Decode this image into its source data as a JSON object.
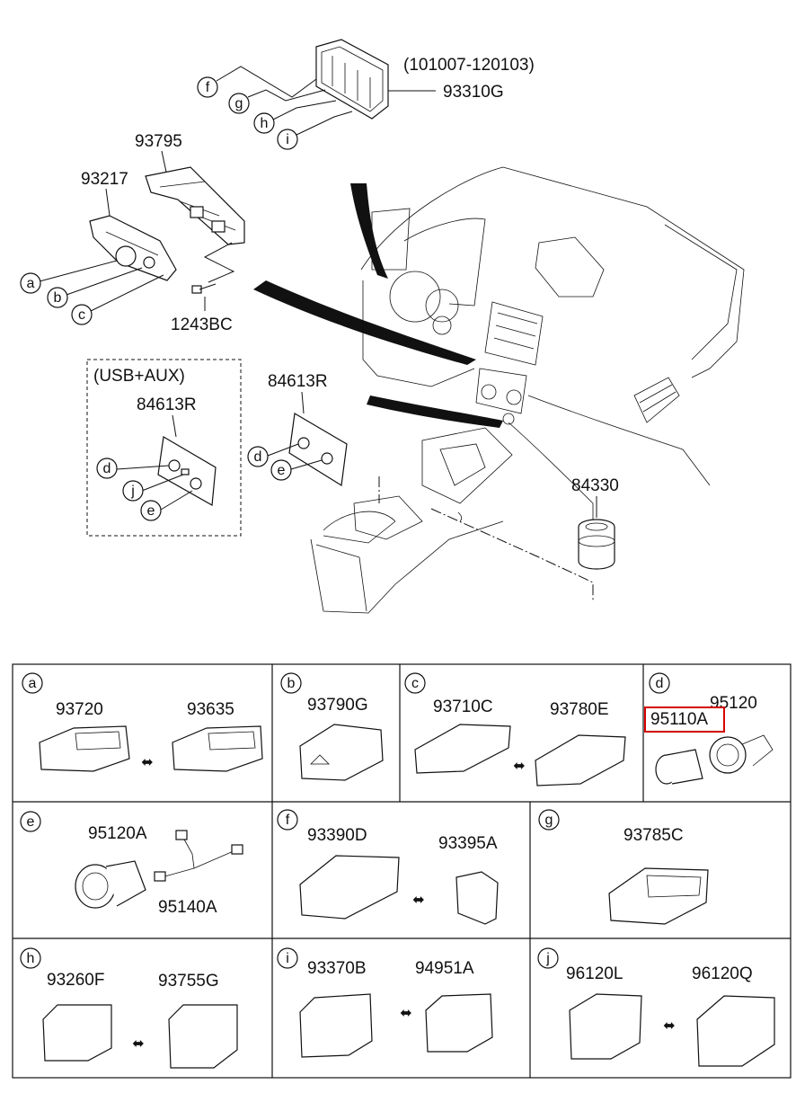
{
  "top": {
    "date_range": "(101007-120103)",
    "parts": {
      "p93310G": "93310G",
      "p93795": "93795",
      "p93217": "93217",
      "p1243BC": "1243BC",
      "usb_aux_label": "(USB+AUX)",
      "p84613R_a": "84613R",
      "p84613R_b": "84613R",
      "p84330": "84330"
    },
    "callouts": [
      "f",
      "g",
      "h",
      "i",
      "a",
      "b",
      "c",
      "d",
      "j",
      "e",
      "d",
      "e"
    ]
  },
  "grid": {
    "cells": [
      {
        "letter": "a",
        "parts": [
          "93720",
          "93635"
        ],
        "arrow": true
      },
      {
        "letter": "b",
        "parts": [
          "93790G"
        ],
        "arrow": false
      },
      {
        "letter": "c",
        "parts": [
          "93710C",
          "93780E"
        ],
        "arrow": true
      },
      {
        "letter": "d",
        "parts": [
          "95110A",
          "95120"
        ],
        "arrow": false,
        "highlight": "95110A"
      },
      {
        "letter": "e",
        "parts": [
          "95120A",
          "95140A"
        ],
        "arrow": false
      },
      {
        "letter": "f",
        "parts": [
          "93390D",
          "93395A"
        ],
        "arrow": true
      },
      {
        "letter": "g",
        "parts": [
          "93785C"
        ],
        "arrow": false
      },
      {
        "letter": "h",
        "parts": [
          "93260F",
          "93755G"
        ],
        "arrow": true
      },
      {
        "letter": "i",
        "parts": [
          "93370B",
          "94951A"
        ],
        "arrow": true
      },
      {
        "letter": "j",
        "parts": [
          "96120L",
          "96120Q"
        ],
        "arrow": true
      }
    ]
  },
  "colors": {
    "highlight": "#d40000",
    "ink": "#111111"
  }
}
